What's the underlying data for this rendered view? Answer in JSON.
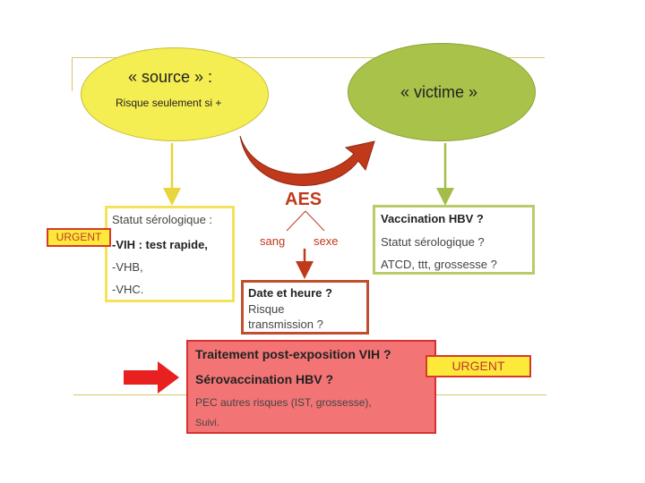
{
  "source": {
    "title": "« source » :",
    "subtitle": "Risque seulement si +"
  },
  "victim": {
    "title": "« victime »"
  },
  "aes": {
    "title": "AES",
    "branch_left": "sang",
    "branch_right": "sexe"
  },
  "serology_box": {
    "lines": [
      "Statut sérologique :",
      "-VIH : test rapide,",
      "-VHB,",
      "-VHC."
    ]
  },
  "victim_box": {
    "lines": [
      "Vaccination HBV ?",
      "Statut sérologique ?",
      "ATCD, ttt, grossesse ?"
    ]
  },
  "date_box": {
    "lines": [
      "Date et heure ?",
      "Risque",
      "transmission ?"
    ]
  },
  "treatment_box": {
    "lines": [
      "Traitement post-exposition VIH ?",
      "Sérovaccination HBV ?",
      "PEC autres risques (IST, grossesse),",
      "Suivi."
    ]
  },
  "badges": {
    "urgent_left": "URGENT",
    "urgent_right": "URGENT"
  },
  "colors": {
    "source_fill": "#f5ee52",
    "victim_fill": "#a9c24a",
    "arrow_red": "#c0391b",
    "treatment_fill": "#f37474",
    "urgent_fill": "#fde93a"
  }
}
